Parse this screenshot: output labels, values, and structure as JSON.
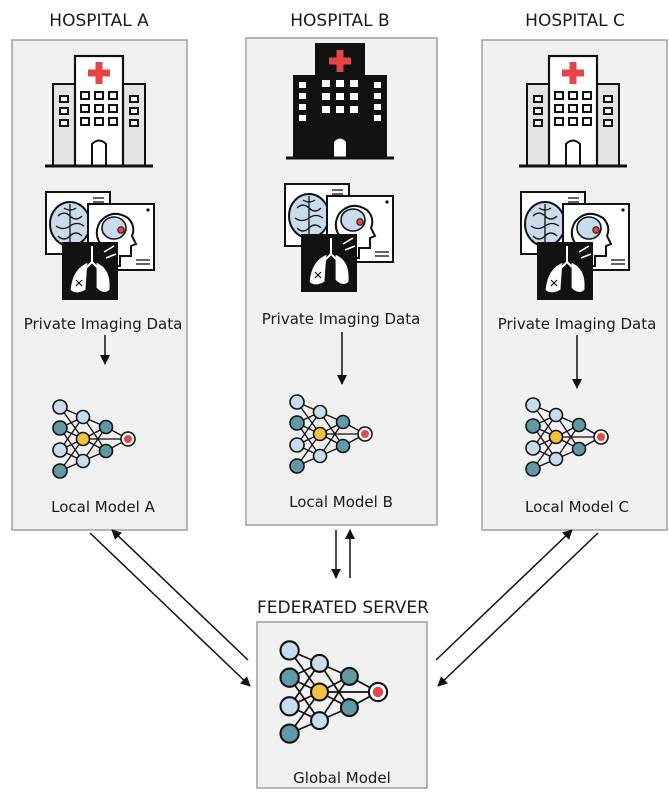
{
  "hospitals": [
    {
      "title": "HOSPITAL A",
      "data_label": "Private Imaging Data",
      "model_label": "Local Model A",
      "building_style": "light"
    },
    {
      "title": "HOSPITAL B",
      "data_label": "Private Imaging Data",
      "model_label": "Local Model B",
      "building_style": "dark"
    },
    {
      "title": "HOSPITAL C",
      "data_label": "Private Imaging Data",
      "model_label": "Local Model C",
      "building_style": "light"
    }
  ],
  "server": {
    "title": "FEDERATED SERVER",
    "model_label": "Global Model"
  },
  "icons": {
    "hospital": "hospital-building-icon",
    "brain_scan": "brain-mri-scan-icon",
    "lung_scan": "lung-xray-icon",
    "network": "neural-network-icon"
  },
  "colors": {
    "panel_fill": "#f1f1f1",
    "panel_border": "#9a9a9a",
    "cross": "#e64545",
    "node_light": "#c9dcec",
    "node_teal": "#5f9aa6",
    "node_center": "#f2c23c",
    "node_output": "#e04a4a",
    "building_light": "#ffffff",
    "building_dark": "#111111",
    "building_side": "#e4e4e4"
  }
}
